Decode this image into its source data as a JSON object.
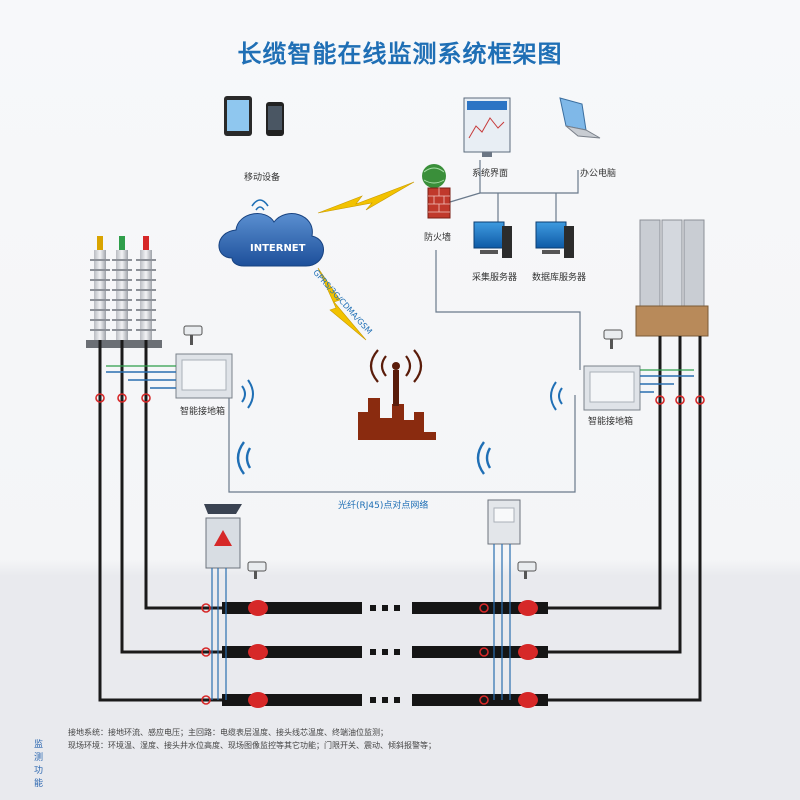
{
  "title": "长缆智能在线监测系统框架图",
  "labels": {
    "mobile": "移动设备",
    "system_ui": "系统界面",
    "office_pc": "办公电脑",
    "firewall": "防火墙",
    "collect_server": "采集服务器",
    "db_server": "数据库服务器",
    "internet": "INTERNET",
    "wireless": "GPRS/3G/CDMA/GSM",
    "box_left": "智能接地箱",
    "box_right": "智能接地箱",
    "network": "光纤(RJ45)点对点网络"
  },
  "legend": {
    "key": "监测功能",
    "row1": "接地系统：接地环流、感应电压；主回路：电缆表层温度、接头线芯温度、终端油位监测；",
    "row2": "现场环境：环境温、湿度、接头井水位高度、现场图像监控等其它功能；门限开关、震动、倾斜报警等；"
  },
  "colors": {
    "title": "#1f6fb5",
    "cable": "#1a1a1a",
    "red_accent": "#d62828",
    "wifi": "#1f6fb5",
    "bolt": "#f2c200"
  }
}
